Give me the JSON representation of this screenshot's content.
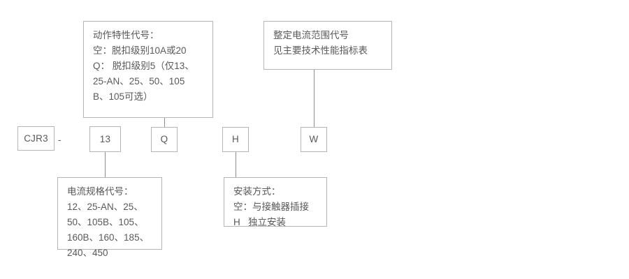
{
  "diagram": {
    "title": "CJR3 型号命名规则图",
    "type": "model-designation-breakdown",
    "colors": {
      "box_border": "#b5b5b5",
      "connector": "#8c8c8c",
      "text": "#595959",
      "background": "#ffffff"
    },
    "designation_row": {
      "separator": "-",
      "boxes": [
        {
          "key": "series",
          "label": "CJR3"
        },
        {
          "key": "current_rating",
          "label": "13"
        },
        {
          "key": "action_characteristic",
          "label": "Q"
        },
        {
          "key": "mounting_method",
          "label": "H"
        },
        {
          "key": "current_setting_range",
          "label": "W"
        }
      ]
    },
    "notes": [
      {
        "key": "action-characteristic-note",
        "position": "top-left",
        "text": "动作特性代号：\n空：脱扣级别10A或20\nQ： 脱扣级别5（仅13、\n25-AN、25、50、105\nB、105可选）"
      },
      {
        "key": "current-setting-range-note",
        "position": "top-right",
        "text": "整定电流范围代号\n见主要技术性能指标表"
      },
      {
        "key": "current-rating-note",
        "position": "bottom-left",
        "text": "电流规格代号：\n12、25-AN、25、\n50、105B、105、\n160B、160、185、\n240、450"
      },
      {
        "key": "mounting-method-note",
        "position": "bottom-right",
        "text": "安装方式：\n空：与接触器插接\nH   独立安装"
      }
    ]
  }
}
